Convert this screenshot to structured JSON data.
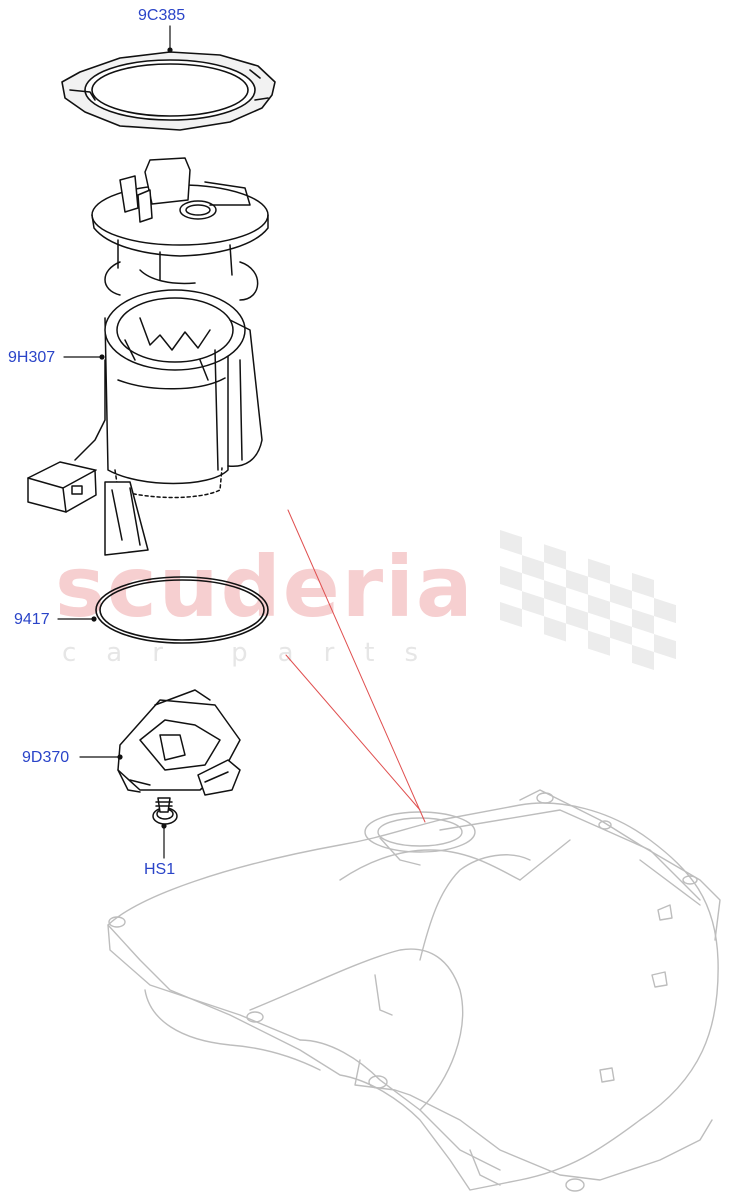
{
  "callouts": {
    "top_ring": "9C385",
    "pump_module": "9H307",
    "o_ring": "9417",
    "control_module": "9D370",
    "screw": "HS1"
  },
  "watermark": {
    "brand": "scuderia",
    "tagline": "car parts"
  },
  "colors": {
    "callout_text": "#2a44c8",
    "line_art": "#111111",
    "tank_faded": "#bdbdbd",
    "pointer_red": "#e05050",
    "watermark_red": "#f6cfd0",
    "watermark_gray": "#e6e6e6"
  }
}
